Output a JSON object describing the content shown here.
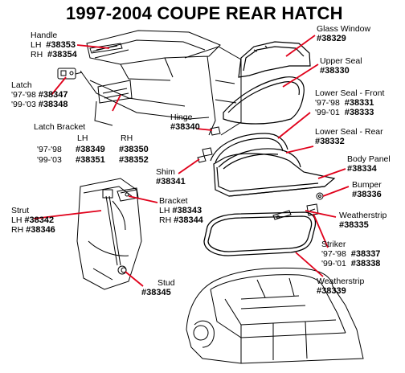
{
  "title": "1997-2004 COUPE REAR HATCH",
  "colors": {
    "leader": "#e0001a",
    "ink": "#000000"
  },
  "labels": {
    "handle": {
      "name": "Handle",
      "lh": "LH",
      "lh_pn": "#38353",
      "rh": "RH",
      "rh_pn": "#38354"
    },
    "latch": {
      "name": "Latch",
      "y1": "'97-'98",
      "y1_pn": "#38347",
      "y2": "'99-'03",
      "y2_pn": "#38348"
    },
    "latch_bracket": {
      "name": "Latch Bracket",
      "lh": "LH",
      "rh": "RH",
      "y1": "'97-'98",
      "lh1": "#38349",
      "rh1": "#38350",
      "y2": "'99-'03",
      "lh2": "#38351",
      "rh2": "#38352"
    },
    "hinge": {
      "name": "Hinge",
      "pn": "#38340"
    },
    "shim": {
      "name": "Shim",
      "pn": "#38341"
    },
    "strut": {
      "name": "Strut",
      "lh": "LH",
      "lh_pn": "#38342",
      "rh": "RH",
      "rh_pn": "#38346"
    },
    "bracket": {
      "name": "Bracket",
      "lh": "LH",
      "lh_pn": "#38343",
      "rh": "RH",
      "rh_pn": "#38344"
    },
    "stud": {
      "name": "Stud",
      "pn": "#38345"
    },
    "glass_window": {
      "name": "Glass Window",
      "pn": "#38329"
    },
    "upper_seal": {
      "name": "Upper Seal",
      "pn": "#38330"
    },
    "lower_seal_front": {
      "name": "Lower Seal - Front",
      "y1": "'97-'98",
      "y1_pn": "#38331",
      "y2": "'99-'01",
      "y2_pn": "#38333"
    },
    "lower_seal_rear": {
      "name": "Lower Seal - Rear",
      "pn": "#38332"
    },
    "body_panel": {
      "name": "Body Panel",
      "pn": "#38334"
    },
    "bumper": {
      "name": "Bumper",
      "pn": "#38336"
    },
    "weatherstrip_small": {
      "name": "Weatherstrip",
      "pn": "#38335"
    },
    "striker": {
      "name": "Striker",
      "y1": "'97-'98",
      "y1_pn": "#38337",
      "y2": "'99-'01",
      "y2_pn": "#38338"
    },
    "weatherstrip_large": {
      "name": "Weatherstrip",
      "pn": "#38339"
    }
  }
}
